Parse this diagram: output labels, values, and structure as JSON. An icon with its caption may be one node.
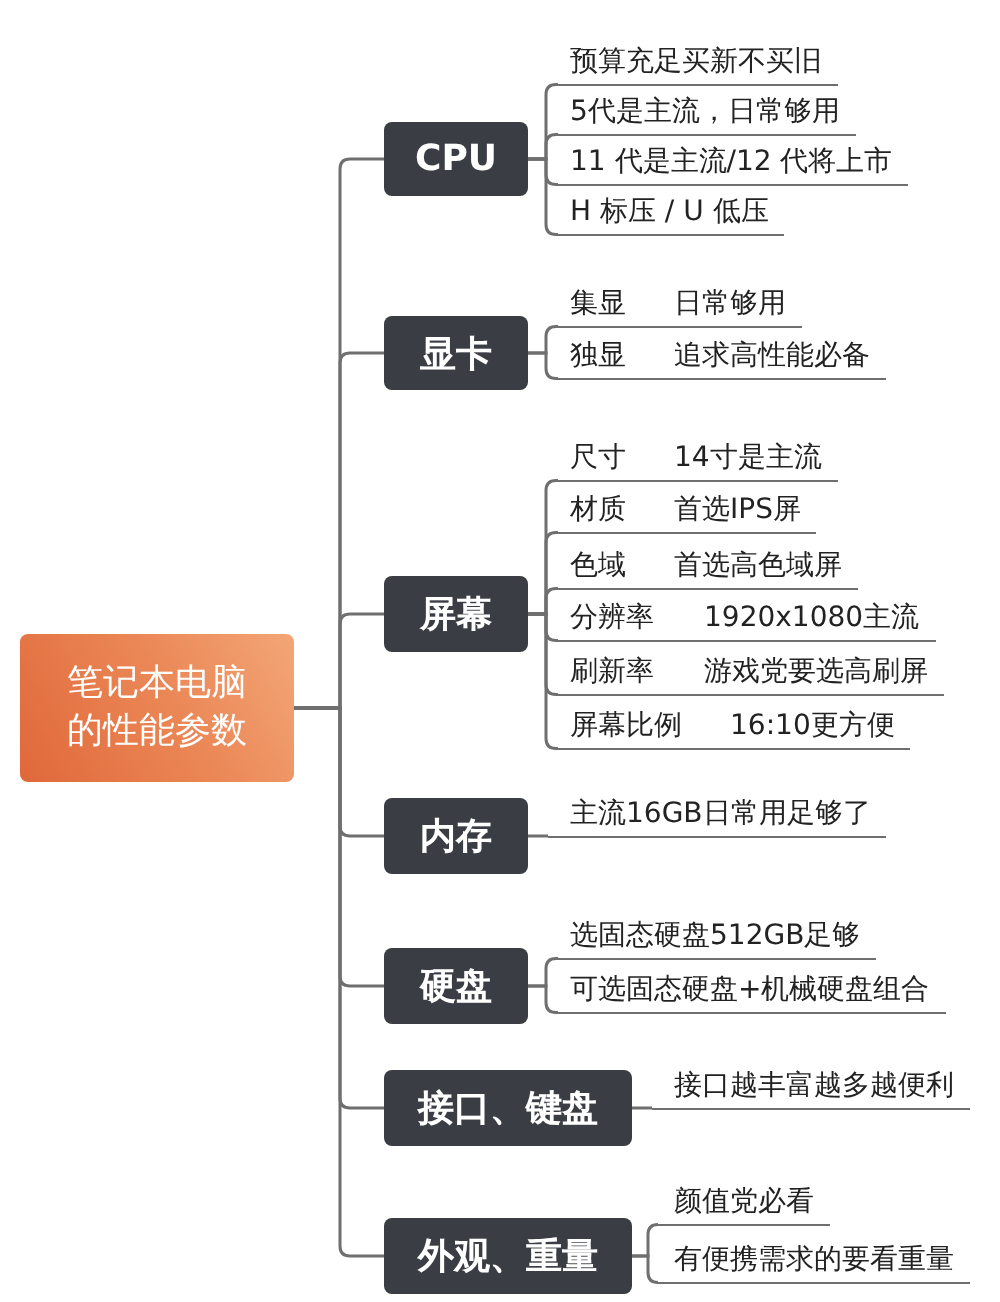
{
  "diagram": {
    "nodes": [
      {
        "text": [
          "笔记本电脑的性能参数"
        ]
      },
      {
        "text": [
          "CPU"
        ]
      },
      {
        "text": [
          "预算充足买新不买旧"
        ]
      },
      {
        "text": [
          "5代是主流，日常够用"
        ]
      },
      {
        "text": [
          "11 代是主流/12 代将上市"
        ]
      },
      {
        "text": [
          "H 标压 / U 低压"
        ]
      },
      {
        "text": [
          "显卡"
        ]
      },
      {
        "text": [
          "集显",
          "日常够用"
        ]
      },
      {
        "text": [
          "独显",
          "追求高性能必备"
        ]
      },
      {
        "text": [
          "屏幕"
        ]
      },
      {
        "text": [
          "尺寸",
          "14寸是主流"
        ]
      },
      {
        "text": [
          "材质",
          "首选IPS屏"
        ]
      },
      {
        "text": [
          "色域",
          "首选高色域屏"
        ]
      },
      {
        "text": [
          "分辨率",
          "1920x1080主流"
        ]
      },
      {
        "text": [
          "刷新率",
          "游戏党要选高刷屏"
        ]
      },
      {
        "text": [
          "屏幕比例",
          "16:10更方便"
        ]
      },
      {
        "text": [
          "内存"
        ]
      },
      {
        "text": [
          "主流16GB日常用足够了"
        ]
      },
      {
        "text": [
          "硬盘"
        ]
      },
      {
        "text": [
          "选固态硬盘512GB足够"
        ]
      },
      {
        "text": [
          "可选固态硬盘+机械硬盘组合"
        ]
      },
      {
        "text": [
          "接口、键盘"
        ]
      },
      {
        "text": [
          "接口越丰富越多越便利"
        ]
      },
      {
        "text": [
          "外观、重量"
        ]
      },
      {
        "text": [
          "颜值党必看"
        ]
      },
      {
        "text": [
          "有便携需求的要看重量"
        ]
      }
    ],
    "edges": [
      {
        "from": 0,
        "to": 1,
        "arrow": "none"
      },
      {
        "from": 1,
        "to": 2,
        "arrow": "none"
      },
      {
        "from": 1,
        "to": 3,
        "arrow": "none"
      },
      {
        "from": 1,
        "to": 4,
        "arrow": "none"
      },
      {
        "from": 1,
        "to": 5,
        "arrow": "none"
      },
      {
        "from": 0,
        "to": 6,
        "arrow": "none"
      },
      {
        "from": 6,
        "to": 7,
        "arrow": "none"
      },
      {
        "from": 6,
        "to": 8,
        "arrow": "none"
      },
      {
        "from": 0,
        "to": 9,
        "arrow": "none"
      },
      {
        "from": 9,
        "to": 10,
        "arrow": "none"
      },
      {
        "from": 9,
        "to": 11,
        "arrow": "none"
      },
      {
        "from": 9,
        "to": 12,
        "arrow": "none"
      },
      {
        "from": 9,
        "to": 13,
        "arrow": "none"
      },
      {
        "from": 9,
        "to": 14,
        "arrow": "none"
      },
      {
        "from": 9,
        "to": 15,
        "arrow": "none"
      },
      {
        "from": 0,
        "to": 16,
        "arrow": "none"
      },
      {
        "from": 16,
        "to": 17,
        "arrow": "none"
      },
      {
        "from": 0,
        "to": 18,
        "arrow": "none"
      },
      {
        "from": 18,
        "to": 19,
        "arrow": "none"
      },
      {
        "from": 18,
        "to": 20,
        "arrow": "none"
      },
      {
        "from": 0,
        "to": 21,
        "arrow": "none"
      },
      {
        "from": 21,
        "to": 22,
        "arrow": "none"
      },
      {
        "from": 0,
        "to": 23,
        "arrow": "none"
      },
      {
        "from": 23,
        "to": 24,
        "arrow": "none"
      },
      {
        "from": 23,
        "to": 25,
        "arrow": "none"
      }
    ]
  }
}
